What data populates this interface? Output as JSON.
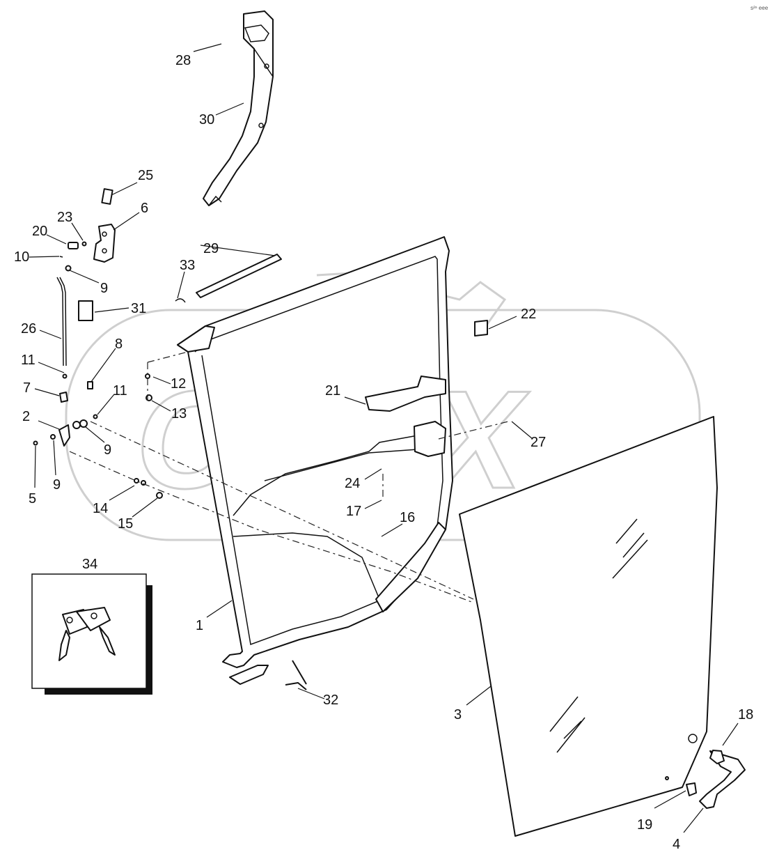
{
  "diagram": {
    "watermark_text": "OPEX",
    "corner_mark": "s²ⁿ eee",
    "callouts": [
      {
        "id": "28",
        "label": "28"
      },
      {
        "id": "30",
        "label": "30"
      },
      {
        "id": "25",
        "label": "25"
      },
      {
        "id": "6",
        "label": "6"
      },
      {
        "id": "23",
        "label": "23"
      },
      {
        "id": "20",
        "label": "20"
      },
      {
        "id": "10",
        "label": "10"
      },
      {
        "id": "9a",
        "label": "9"
      },
      {
        "id": "29",
        "label": "29"
      },
      {
        "id": "33",
        "label": "33"
      },
      {
        "id": "31",
        "label": "31"
      },
      {
        "id": "22",
        "label": "22"
      },
      {
        "id": "26",
        "label": "26"
      },
      {
        "id": "8",
        "label": "8"
      },
      {
        "id": "11a",
        "label": "11"
      },
      {
        "id": "12",
        "label": "12"
      },
      {
        "id": "7",
        "label": "7"
      },
      {
        "id": "11b",
        "label": "11"
      },
      {
        "id": "13",
        "label": "13"
      },
      {
        "id": "21",
        "label": "21"
      },
      {
        "id": "2",
        "label": "2"
      },
      {
        "id": "9b",
        "label": "9"
      },
      {
        "id": "27",
        "label": "27"
      },
      {
        "id": "5",
        "label": "5"
      },
      {
        "id": "9c",
        "label": "9"
      },
      {
        "id": "24",
        "label": "24"
      },
      {
        "id": "14",
        "label": "14"
      },
      {
        "id": "15",
        "label": "15"
      },
      {
        "id": "17",
        "label": "17"
      },
      {
        "id": "16",
        "label": "16"
      },
      {
        "id": "34",
        "label": "34"
      },
      {
        "id": "1",
        "label": "1"
      },
      {
        "id": "32",
        "label": "32"
      },
      {
        "id": "3",
        "label": "3"
      },
      {
        "id": "18",
        "label": "18"
      },
      {
        "id": "19",
        "label": "19"
      },
      {
        "id": "4",
        "label": "4"
      }
    ]
  }
}
